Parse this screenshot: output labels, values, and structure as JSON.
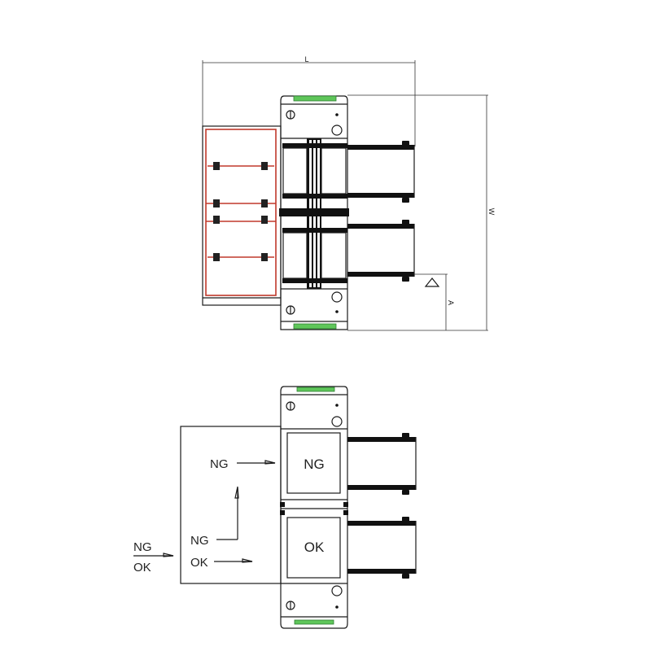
{
  "top_view": {
    "dimension_L": "L",
    "dimension_W": "W",
    "dimension_A": "A",
    "datum_symbol": "triangle"
  },
  "bottom_view": {
    "window_top_label": "NG",
    "window_bottom_label": "OK",
    "arrow_labels": {
      "ng_top": "NG",
      "ng_middle": "NG",
      "ok_middle": "OK",
      "input_ng": "NG",
      "input_ok": "OK"
    }
  },
  "colors": {
    "line": "#1a1a1a",
    "highlight_red": "#c0392b",
    "connector_green": "#5fc65a"
  }
}
